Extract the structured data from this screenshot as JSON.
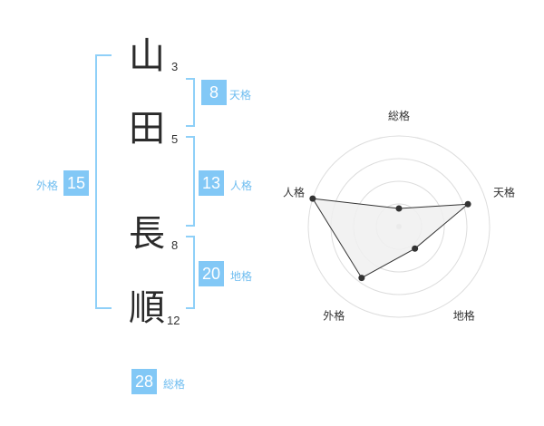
{
  "name": {
    "chars": [
      {
        "char": "山",
        "strokes": "3"
      },
      {
        "char": "田",
        "strokes": "5"
      },
      {
        "char": "長",
        "strokes": "8"
      },
      {
        "char": "順",
        "strokes": "12"
      }
    ]
  },
  "kaku": {
    "tenkaku": {
      "value": "8",
      "label": "天格"
    },
    "jinkaku": {
      "value": "13",
      "label": "人格"
    },
    "chikaku": {
      "value": "20",
      "label": "地格"
    },
    "gaikaku": {
      "value": "15",
      "label": "外格"
    },
    "soukaku": {
      "value": "28",
      "label": "総格"
    }
  },
  "colors": {
    "accent": "#82c8f6",
    "bracket": "#8fd0f8",
    "label": "#6fbdf0",
    "ring": "#dddddd",
    "fill": "#f0f0f0",
    "point": "#333333"
  },
  "chart_data": {
    "type": "radar",
    "axes": [
      "総格",
      "天格",
      "地格",
      "外格",
      "人格"
    ],
    "max": 5,
    "values": [
      1.0,
      4.0,
      1.5,
      3.5,
      5.0
    ],
    "rings": 4
  }
}
